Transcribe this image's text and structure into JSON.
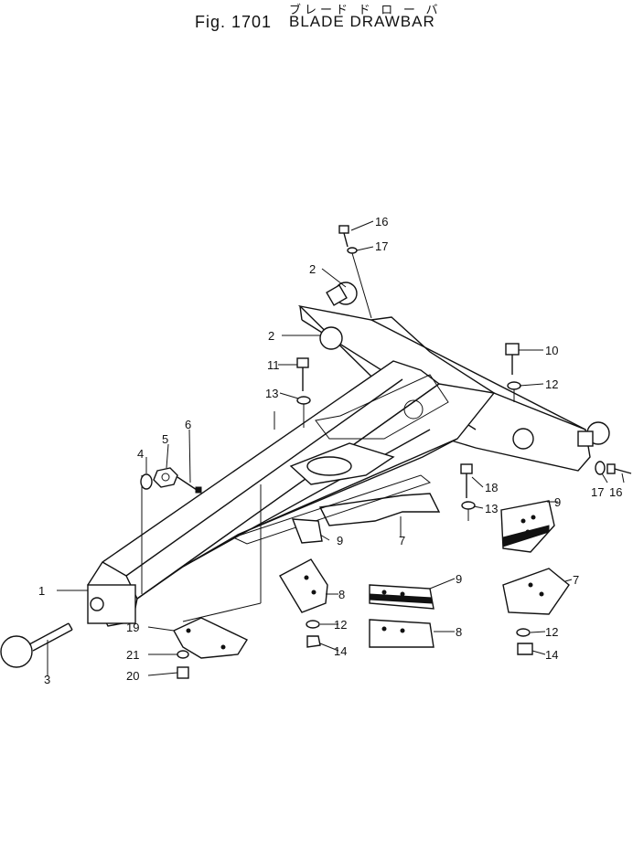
{
  "figure": {
    "title_jp": "ブレード ド ロ ー バ",
    "fig_label": "Fig. 1701",
    "title": "BLADE DRAWBAR"
  },
  "callouts": {
    "c1": "1",
    "c2a": "2",
    "c2b": "2",
    "c3": "3",
    "c4": "4",
    "c5": "5",
    "c6": "6",
    "c7a": "7",
    "c7b": "7",
    "c8a": "8",
    "c8b": "8",
    "c9a": "9",
    "c9b": "9",
    "c9c": "9",
    "c10": "10",
    "c11": "11",
    "c12a": "12",
    "c12b": "12",
    "c12c": "12",
    "c13a": "13",
    "c13b": "13",
    "c14a": "14",
    "c14b": "14",
    "c16a": "16",
    "c16b": "16",
    "c17a": "17",
    "c17b": "17",
    "c18": "18",
    "c19": "19",
    "c20": "20",
    "c21": "21"
  }
}
